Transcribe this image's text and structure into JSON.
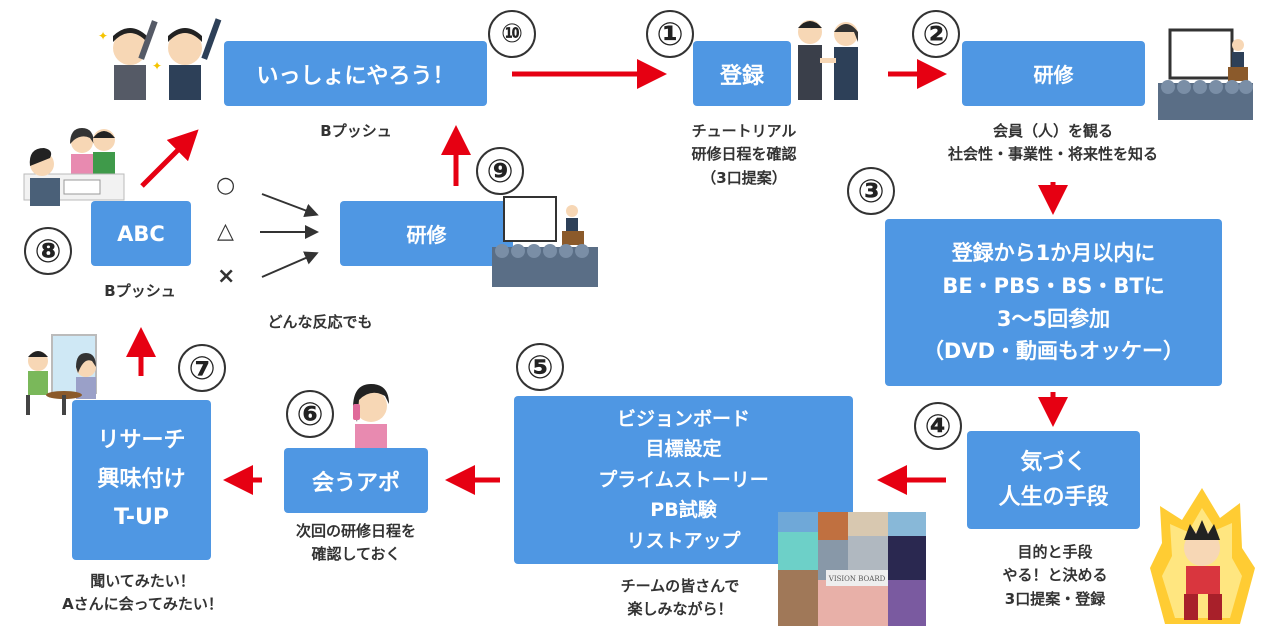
{
  "steps": {
    "s10": {
      "number": "⑩",
      "box": [
        "いっしょにやろう！"
      ],
      "caption": [
        "Bプッシュ"
      ]
    },
    "s1": {
      "number": "①",
      "box": [
        "登録"
      ],
      "caption": [
        "チュートリアル",
        "研修日程を確認",
        "（3口提案）"
      ]
    },
    "s2": {
      "number": "②",
      "box": [
        "研修"
      ],
      "caption": [
        "会員（人）を観る",
        "社会性・事業性・将来性を知る"
      ]
    },
    "s3": {
      "number": "③",
      "box": [
        "登録から1か月以内に",
        "BE・PBS・BS・BTに",
        "3〜5回参加",
        "（DVD・動画もオッケー）"
      ]
    },
    "s4": {
      "number": "④",
      "box": [
        "気づく",
        "人生の手段"
      ],
      "caption": [
        "目的と手段",
        "やる！と決める",
        "3口提案・登録"
      ]
    },
    "s5": {
      "number": "⑤",
      "box": [
        "ビジョンボード",
        "目標設定",
        "プライムストーリー",
        "PB試験",
        "リストアップ"
      ],
      "caption": [
        "チームの皆さんで",
        "楽しみながら！"
      ]
    },
    "s6": {
      "number": "⑥",
      "box": [
        "会うアポ"
      ],
      "caption": [
        "次回の研修日程を",
        "確認しておく"
      ]
    },
    "s7": {
      "number": "⑦",
      "box": [
        "リサーチ",
        "興味付け",
        "T-UP"
      ],
      "caption": [
        "聞いてみたい！",
        "Aさんに会ってみたい！"
      ]
    },
    "s8": {
      "number": "⑧",
      "box": [
        "ABC"
      ],
      "caption": [
        "Bプッシュ"
      ]
    },
    "s9": {
      "number": "⑨",
      "box": [
        "研修"
      ]
    }
  },
  "reactions": {
    "symbols": [
      "○",
      "△",
      "×"
    ],
    "caption": "どんな反応でも"
  },
  "vision_board_label": "VISION BOARD",
  "colors": {
    "box": "#4f97e3",
    "arrow_red": "#e60012",
    "arrow_dark": "#333333"
  }
}
